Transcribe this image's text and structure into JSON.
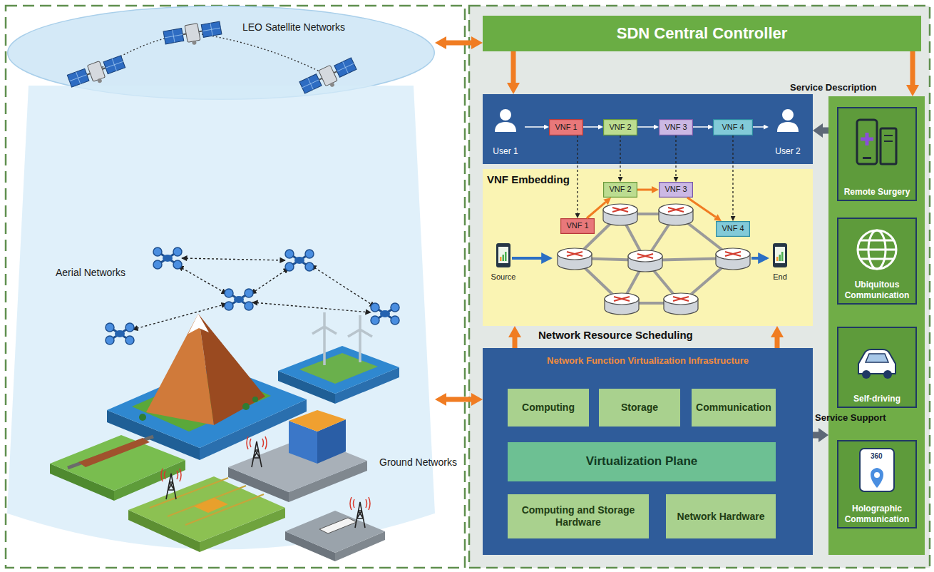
{
  "diagram": {
    "nodes": [
      {
        "text": [
          "LEO Satellite Networks"
        ]
      },
      {
        "text": [
          "Aerial Networks"
        ]
      },
      {
        "text": [
          "SDN Central Controller"
        ]
      },
      {
        "text": []
      },
      {
        "text": [
          "User 1"
        ],
        "in": 3
      },
      {
        "text": [
          "VNF 1"
        ],
        "in": 3
      },
      {
        "text": [
          "VNF 2"
        ],
        "in": 3
      },
      {
        "text": [
          "VNF 3"
        ],
        "in": 3
      },
      {
        "text": [
          "VNF 4"
        ],
        "in": 3
      },
      {
        "text": [
          "User 2"
        ],
        "in": 3
      },
      {
        "text": [
          "VNF Embedding"
        ]
      },
      {
        "text": [
          "Source"
        ],
        "in": 10
      },
      {
        "text": [
          "VNF 1"
        ],
        "in": 10
      },
      {
        "text": [
          "VNF 2"
        ],
        "in": 10
      },
      {
        "text": [
          "VNF 3"
        ],
        "in": 10
      },
      {
        "text": [
          "VNF 4"
        ],
        "in": 10
      },
      {
        "text": [
          "End"
        ],
        "in": 10
      },
      {
        "text": [
          "Network Function Virtualization Infrastructure"
        ]
      },
      {
        "text": [
          "Computing"
        ],
        "in": 17
      },
      {
        "text": [
          "Storage"
        ],
        "in": 17
      },
      {
        "text": [
          "Communication"
        ],
        "in": 17
      },
      {
        "text": [
          "Virtualization Plane"
        ],
        "in": 17
      },
      {
        "text": [
          "Computing and Storage Hardware"
        ],
        "in": 17
      },
      {
        "text": [
          "Network Hardware"
        ],
        "in": 17
      },
      {
        "text": [
          "Service Description"
        ]
      },
      {
        "text": [
          "Remote Surgery"
        ],
        "in": 24
      },
      {
        "text": [
          "Ubiquitous Communication"
        ],
        "in": 24
      },
      {
        "text": [
          "Self-driving"
        ],
        "in": 24
      },
      {
        "text": [
          "Holographic Communication"
        ],
        "in": 24
      }
    ],
    "edges": [
      {
        "from": 0,
        "to": 2,
        "arrow": "both"
      },
      {
        "from": 1,
        "to": 17,
        "arrow": "both"
      },
      {
        "from": 2,
        "to": 3,
        "arrow": "to"
      },
      {
        "from": 2,
        "to": 24,
        "arrow": "to"
      },
      {
        "from": 24,
        "to": 3,
        "arrow": "to"
      },
      {
        "from": 4,
        "to": 5,
        "arrow": "to"
      },
      {
        "from": 5,
        "to": 6,
        "arrow": "to"
      },
      {
        "from": 6,
        "to": 7,
        "arrow": "to"
      },
      {
        "from": 7,
        "to": 8,
        "arrow": "to"
      },
      {
        "from": 8,
        "to": 9,
        "arrow": "to"
      },
      {
        "from": 5,
        "to": 12,
        "arrow": "to"
      },
      {
        "from": 6,
        "to": 13,
        "arrow": "to"
      },
      {
        "from": 7,
        "to": 14,
        "arrow": "to"
      },
      {
        "from": 8,
        "to": 15,
        "arrow": "to"
      },
      {
        "from": 12,
        "to": 13,
        "arrow": "to"
      },
      {
        "from": 13,
        "to": 14,
        "arrow": "to"
      },
      {
        "from": 14,
        "to": 15,
        "arrow": "to"
      },
      {
        "from": 17,
        "to": 10,
        "arrow": "to"
      },
      {
        "from": 17,
        "to": 10,
        "arrow": "to"
      },
      {
        "from": 17,
        "to": 24,
        "arrow": "to",
        "label": "Service Support"
      }
    ],
    "labels": [
      "Ground Networks",
      "Network Resource Scheduling",
      "360"
    ]
  }
}
